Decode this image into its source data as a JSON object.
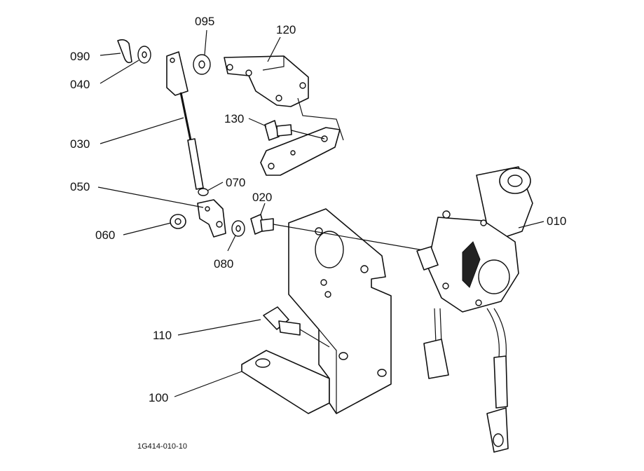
{
  "diagram": {
    "figure_code": "1G414-010-10",
    "callouts": [
      {
        "id": "010",
        "text": "010"
      },
      {
        "id": "020",
        "text": "020"
      },
      {
        "id": "030",
        "text": "030"
      },
      {
        "id": "040",
        "text": "040"
      },
      {
        "id": "050",
        "text": "050"
      },
      {
        "id": "060",
        "text": "060"
      },
      {
        "id": "070",
        "text": "070"
      },
      {
        "id": "080",
        "text": "080"
      },
      {
        "id": "090",
        "text": "090"
      },
      {
        "id": "095",
        "text": "095"
      },
      {
        "id": "100",
        "text": "100"
      },
      {
        "id": "110",
        "text": "110"
      },
      {
        "id": "120",
        "text": "120"
      },
      {
        "id": "130",
        "text": "130"
      }
    ]
  }
}
